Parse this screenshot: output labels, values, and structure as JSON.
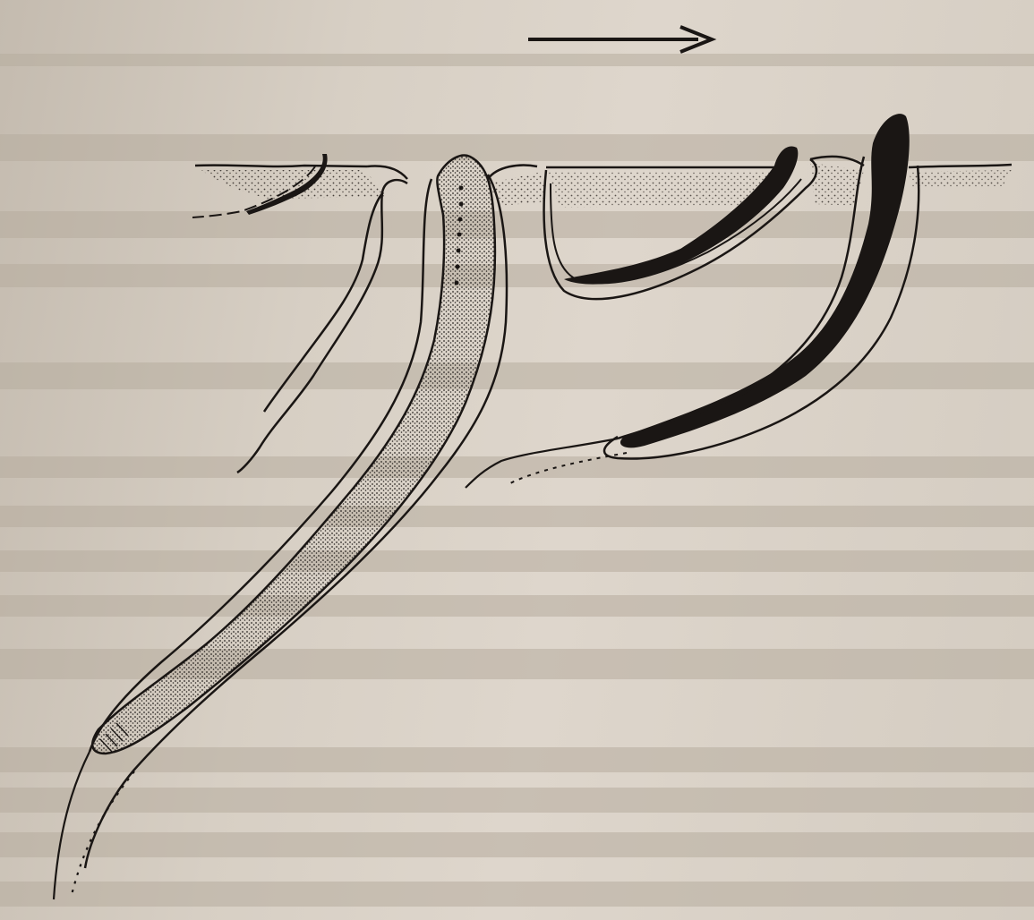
{
  "figure": {
    "description_colors": {
      "paper": "#d9d1c6",
      "ink": "#1a1614",
      "sand_stipple": "#2a2420"
    },
    "elements": [
      "direction-arrow",
      "sediment-surface",
      "small-worm",
      "large-burrow",
      "stippled-worm",
      "u-burrow-worm",
      "large-dark-worm"
    ]
  }
}
